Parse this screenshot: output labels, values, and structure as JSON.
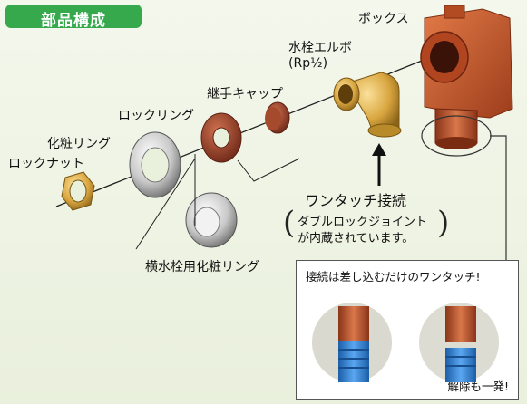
{
  "title": "部品構成",
  "parts": {
    "box": "ボックス",
    "faucet_elbow_line1": "水栓エルボ",
    "faucet_elbow_line2": "(Rp½)",
    "joint_cap": "継手キャップ",
    "lock_ring": "ロックリング",
    "decorative_ring": "化粧リング",
    "lock_nut": "ロックナット",
    "horizontal_faucet_ring": "横水栓用化粧リング"
  },
  "one_touch": {
    "title": "ワンタッチ接続",
    "note_line1": "ダブルロックジョイント",
    "note_line2": "が内蔵されています。"
  },
  "inset": {
    "caption": "接続は差し込むだけのワンタッチ!",
    "release": "解除も一発!"
  },
  "colors": {
    "title_badge": "#35a94b",
    "box_orange": "#c8562b",
    "brass": "#d9a640",
    "lock_ring_red": "#a6462a",
    "hose_blue": "#2f7fd6"
  }
}
